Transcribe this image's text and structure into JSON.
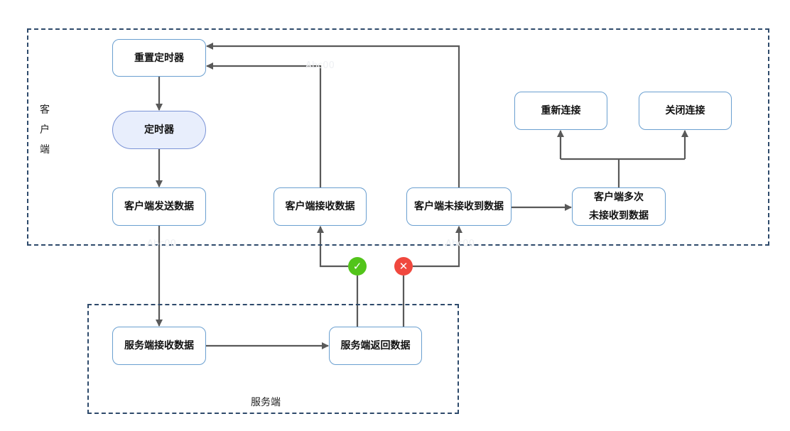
{
  "groups": {
    "client": {
      "label": "客户端",
      "chars": [
        "客",
        "户",
        "端"
      ]
    },
    "server": {
      "label": "服务端"
    }
  },
  "nodes": {
    "reset_timer": "重置定时器",
    "timer": "定时器",
    "client_send": "客户端发送数据",
    "client_receive": "客户端接收数据",
    "client_not_received": "客户端未接收到数据",
    "client_multi_not_received_line1": "客户端多次",
    "client_multi_not_received_line2": "未接收到数据",
    "reconnect": "重新连接",
    "close_connection": "关闭连接",
    "server_receive": "服务端接收数据",
    "server_return": "服务端返回数据"
  },
  "badges": {
    "success": {
      "glyph": "✓",
      "color": "#52c41a"
    },
    "failure": {
      "glyph": "✕",
      "color": "#f0483e"
    }
  },
  "colors": {
    "edge": "#595959",
    "group_border": "#2e4a6b",
    "node_border": "#6a9fd0"
  },
  "watermark": "Abc00"
}
